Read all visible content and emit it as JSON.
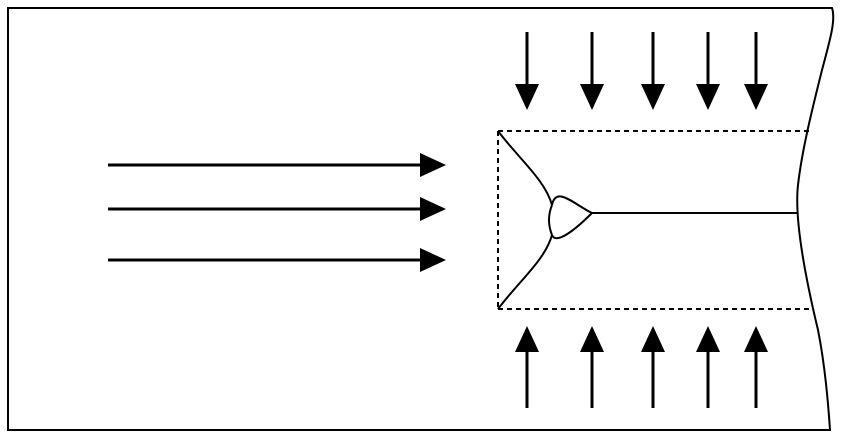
{
  "diagram": {
    "stroke_color": "#000000",
    "background_color": "#ffffff",
    "incoming_arrow_count": 3,
    "top_arrow_count": 5,
    "bottom_arrow_count": 5,
    "icons": {
      "incoming": "arrow-right-icon",
      "top": "arrow-down-icon",
      "bottom": "arrow-up-icon"
    }
  }
}
